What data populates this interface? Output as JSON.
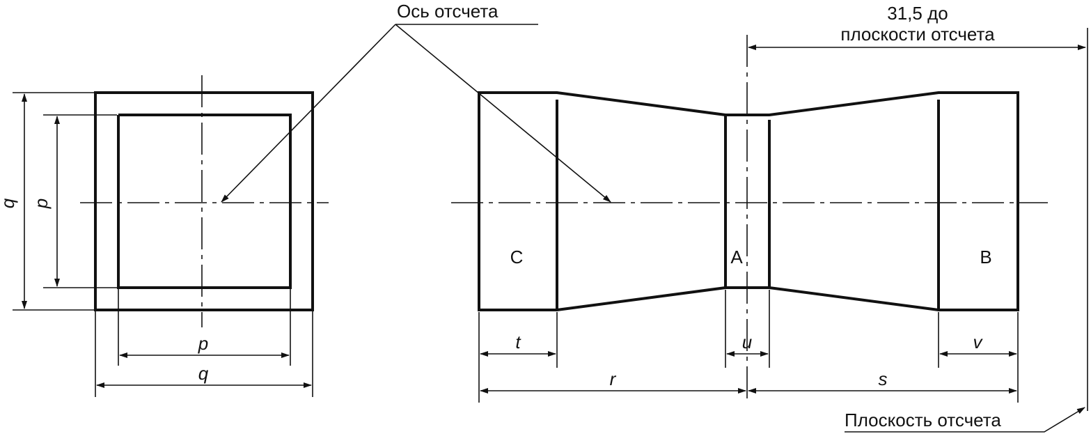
{
  "labels": {
    "reference_axis": "Ось отсчета",
    "distance_line1": "31,5 до",
    "distance_line2": "плоскости отсчета",
    "reference_plane": "Плоскость отсчета"
  },
  "zones": {
    "c": "C",
    "a": "A",
    "b": "B"
  },
  "dims": {
    "q_vertical": "q",
    "p_vertical": "p",
    "p_horizontal": "p",
    "q_horizontal": "q",
    "t": "t",
    "u": "u",
    "v": "v",
    "r": "r",
    "s": "s"
  }
}
